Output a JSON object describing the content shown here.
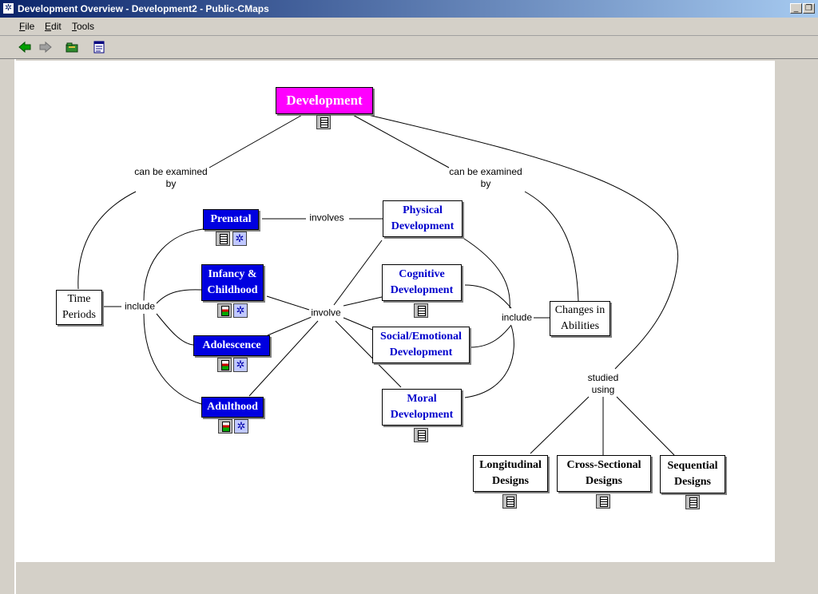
{
  "window": {
    "title": "Development Overview - Development2 - Public-CMaps",
    "minimize_glyph": "_",
    "restore_glyph": "❐"
  },
  "menu": {
    "items": [
      "File",
      "Edit",
      "Tools"
    ]
  },
  "toolbar": {
    "icons": [
      "back-arrow-icon",
      "forward-arrow-icon",
      "open-folder-icon",
      "list-view-icon"
    ]
  },
  "concept_map": {
    "root": "Development",
    "concepts": {
      "time_periods": "Time\nPeriods",
      "prenatal": "Prenatal",
      "infancy": "Infancy &\nChildhood",
      "adolescence": "Adolescence",
      "adulthood": "Adulthood",
      "physical": "Physical\nDevelopment",
      "cognitive": "Cognitive\nDevelopment",
      "social": "Social/Emotional\nDevelopment",
      "moral": "Moral\nDevelopment",
      "changes": "Changes in\nAbilities",
      "longitudinal": "Longitudinal\nDesigns",
      "cross_sectional": "Cross-Sectional\nDesigns",
      "sequential": "Sequential\nDesigns"
    },
    "links": {
      "examined_left": "can be examined\nby",
      "examined_right": "can be examined\nby",
      "include_left": "include",
      "involves": "involves",
      "involve": "involve",
      "include_right": "include",
      "studied": "studied\nusing"
    },
    "resource_icons": [
      "document-icon",
      "image-document-icon",
      "concept-map-icon"
    ]
  },
  "colors": {
    "root_fill": "#ff00ff",
    "period_fill": "#0000e0",
    "domain_text": "#0000cc",
    "titlebar_start": "#0a246a",
    "titlebar_end": "#a6caf0"
  }
}
